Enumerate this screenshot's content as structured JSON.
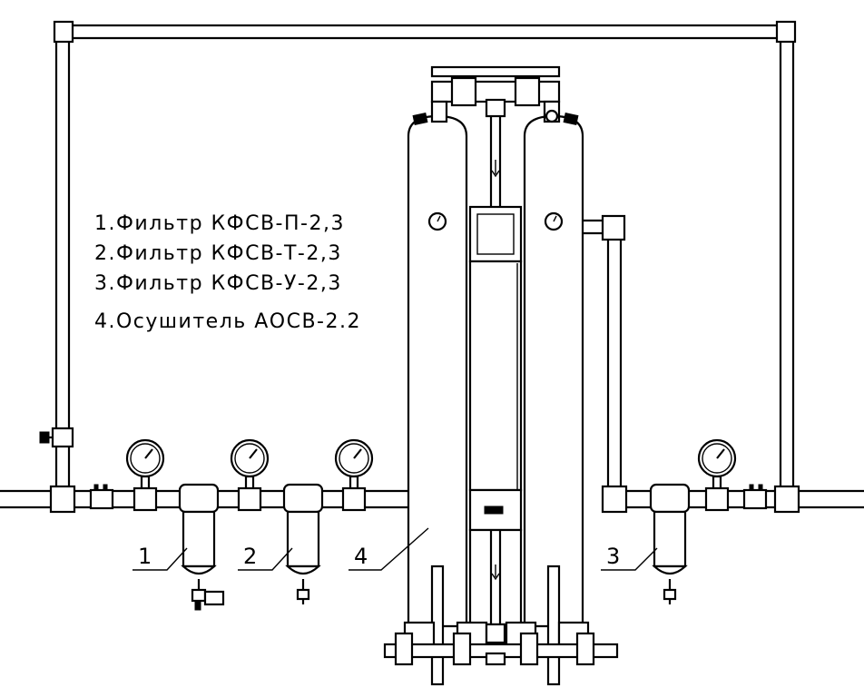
{
  "legend": {
    "items": [
      "1.Фильтр КФСВ-П-2,3",
      "2.Фильтр КФСВ-Т-2,3",
      "3.Фильтр КФСВ-У-2,3",
      "4.Осушитель АОСВ-2.2"
    ]
  },
  "callouts": {
    "c1": "1",
    "c2": "2",
    "c3": "3",
    "c4": "4"
  },
  "colors": {
    "line": "#000000",
    "background": "#ffffff"
  }
}
